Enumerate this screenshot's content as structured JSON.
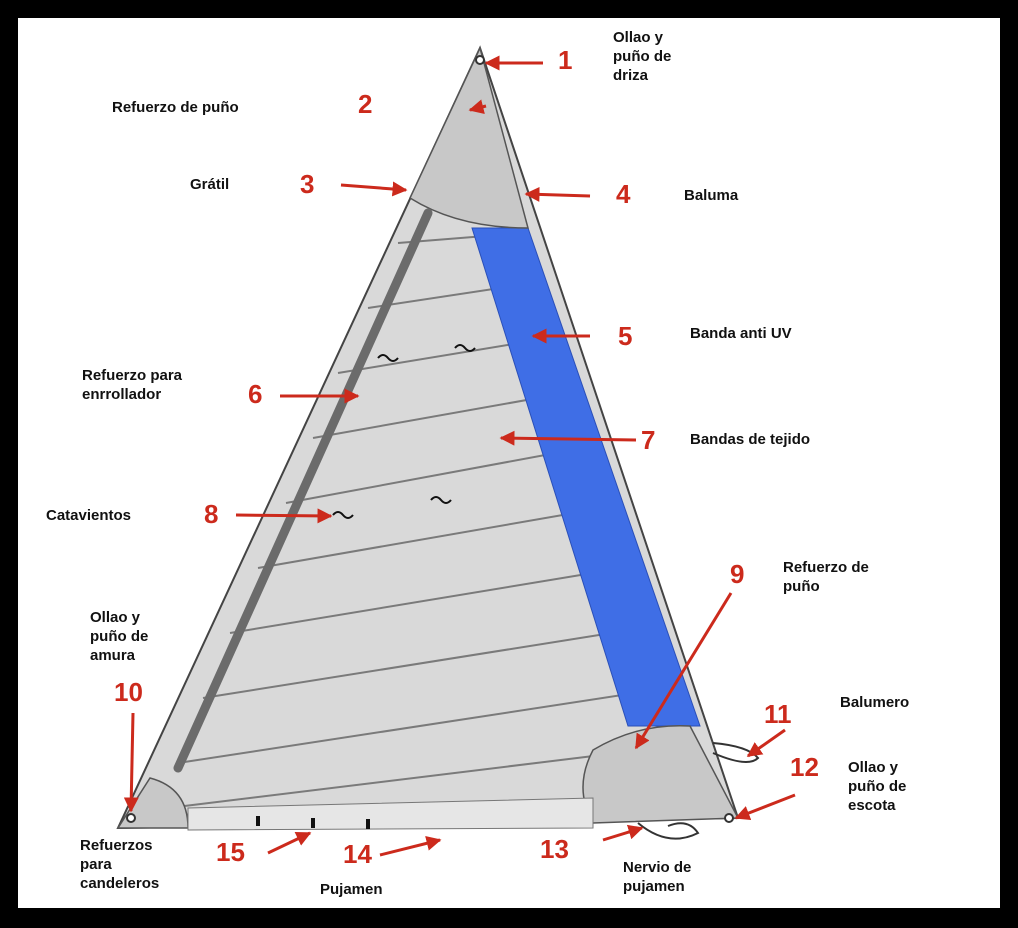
{
  "diagram": {
    "colors": {
      "sail_fill": "#d9d9d9",
      "reinforcement_fill": "#c8c8c8",
      "uv_band": "#3f6ee6",
      "arrow": "#cc2a1c",
      "outline": "#444444",
      "furling_strip": "#6b6b6b"
    },
    "callouts": [
      {
        "number": "1",
        "label": "Ollao y\npuño de\ndriza"
      },
      {
        "number": "2",
        "label": "Refuerzo de puño"
      },
      {
        "number": "3",
        "label": "Grátil"
      },
      {
        "number": "4",
        "label": "Baluma"
      },
      {
        "number": "5",
        "label": "Banda anti UV"
      },
      {
        "number": "6",
        "label": "Refuerzo para\nenrrollador"
      },
      {
        "number": "7",
        "label": "Bandas de tejido"
      },
      {
        "number": "8",
        "label": "Catavientos"
      },
      {
        "number": "9",
        "label": "Refuerzo de\npuño"
      },
      {
        "number": "10",
        "label": "Ollao y\npuño de\namura"
      },
      {
        "number": "11",
        "label": "Balumero"
      },
      {
        "number": "12",
        "label": "Ollao y\npuño de\nescota"
      },
      {
        "number": "13",
        "label": "Nervio de\npujamen"
      },
      {
        "number": "14",
        "label": "Pujamen"
      },
      {
        "number": "15",
        "label": "Refuerzos\npara\ncandeleros"
      }
    ]
  }
}
